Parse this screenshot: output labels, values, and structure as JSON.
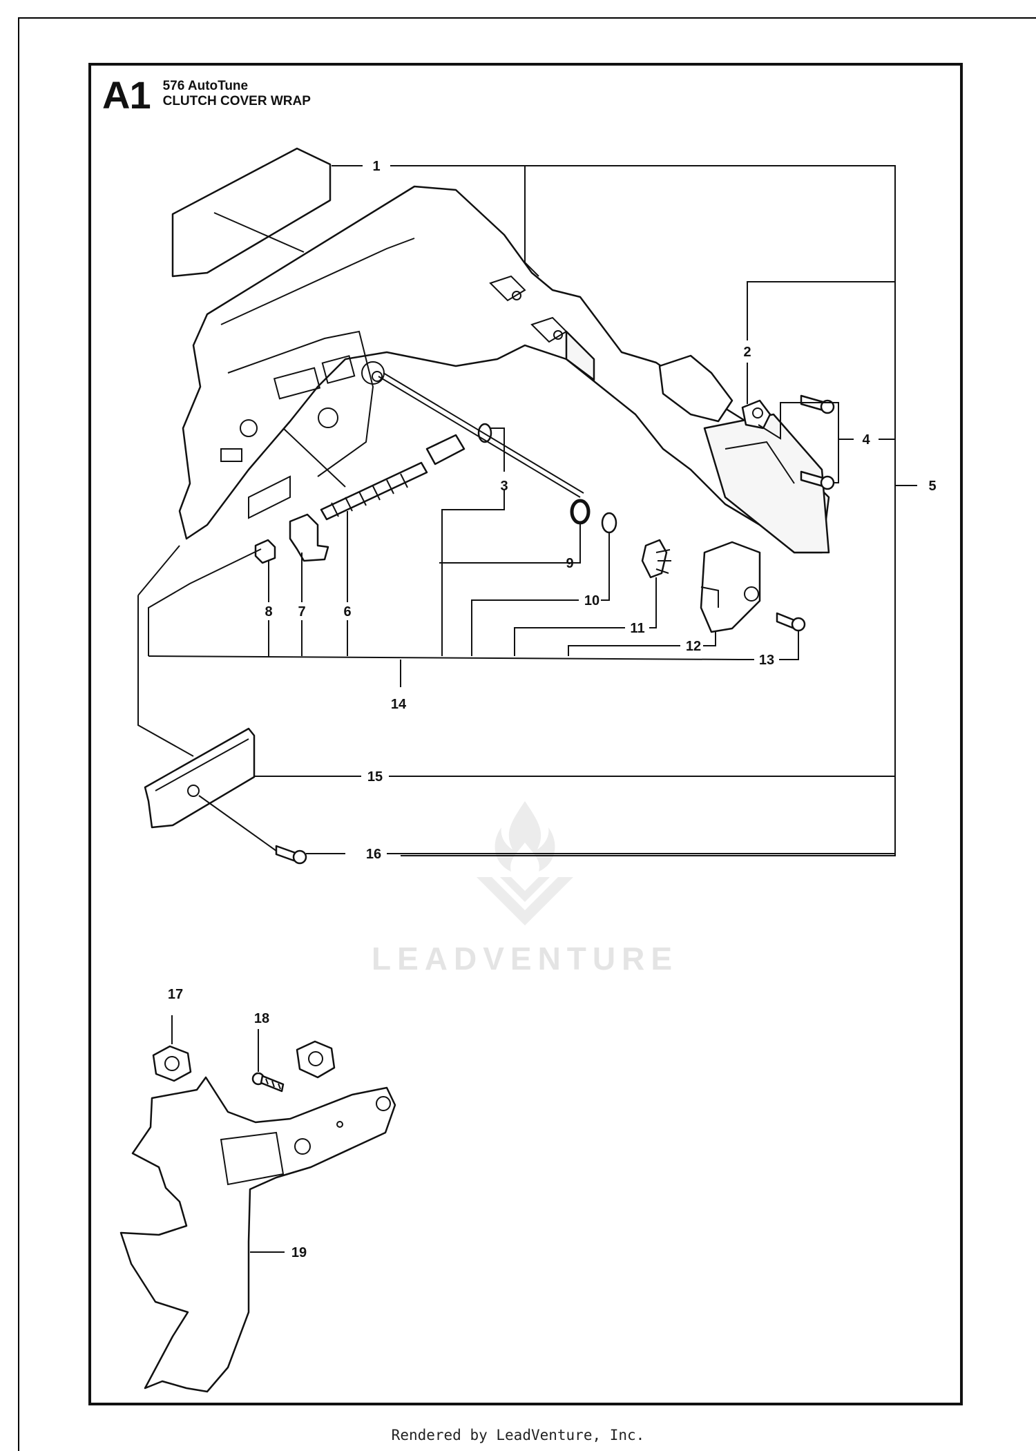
{
  "header": {
    "page_code": "A1",
    "model": "576 AutoTune",
    "section_title": "CLUTCH COVER WRAP"
  },
  "callouts": [
    "1",
    "2",
    "3",
    "4",
    "5",
    "6",
    "7",
    "8",
    "9",
    "10",
    "11",
    "12",
    "13",
    "14",
    "15",
    "16",
    "17",
    "18",
    "19"
  ],
  "watermark": {
    "logo_icon": "flame-v-logo-icon",
    "text": "LEADVENTURE"
  },
  "footer": {
    "rendered_by": "Rendered by LeadVenture, Inc."
  }
}
